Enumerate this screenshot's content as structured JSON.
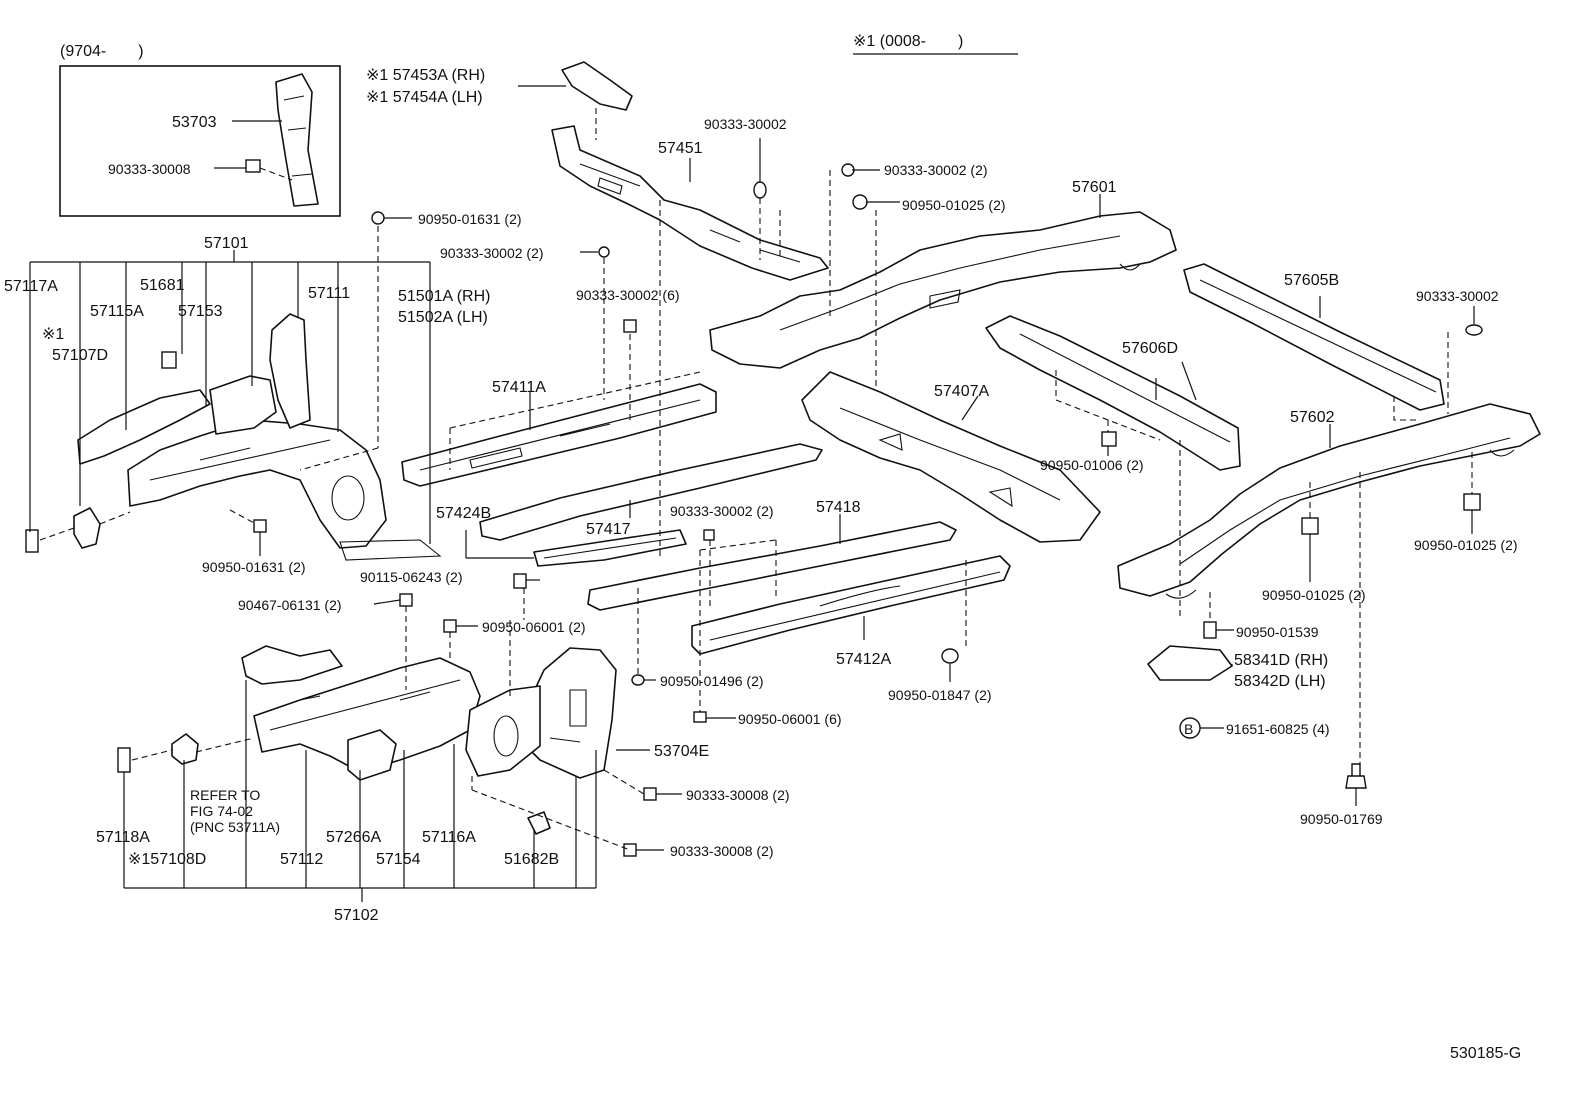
{
  "inset": {
    "range": "(9704-　　)",
    "parts": [
      "53703",
      "90333-30008"
    ]
  },
  "applicability_note": "※1 (0008-　　)",
  "ref_note": {
    "line1": "REFER TO",
    "line2": "FIG 74-02",
    "line3": "(PNC 53711A)"
  },
  "drawing_code": "530185-G",
  "labels": {
    "p57453a": "※1 57453A (RH)",
    "p57454a": "※1 57454A (LH)",
    "p90333_30002_a": "90333-30002",
    "p57451": "57451",
    "p90333_30002_2a": "90333-30002 (2)",
    "p90950_01025_2a": "90950-01025 (2)",
    "p57601": "57601",
    "p90950_01631_2a": "90950-01631 (2)",
    "p90333_30002_2b": "90333-30002 (2)",
    "p90333_30002_6": "90333-30002 (6)",
    "p57101": "57101",
    "p57117a": "57117A",
    "p51681": "51681",
    "p57111": "57111",
    "p51501a": "51501A (RH)",
    "p51502a": "51502A (LH)",
    "p57115a": "57115A",
    "p57153": "57153",
    "p_note1": "※1",
    "p57107d": "57107D",
    "p57411a": "57411A",
    "p57605b": "57605B",
    "p90333_30002_b": "90333-30002",
    "p57606d": "57606D",
    "p57407a": "57407A",
    "p57602": "57602",
    "p90950_01006_2": "90950-01006 (2)",
    "p57424b": "57424B",
    "p57417": "57417",
    "p90333_30002_2c": "90333-30002 (2)",
    "p57418": "57418",
    "p90950_01631_2b": "90950-01631 (2)",
    "p90115_06243_2": "90115-06243 (2)",
    "p90950_01025_2b": "90950-01025 (2)",
    "p90950_01025_2c": "90950-01025 (2)",
    "p90467_06131_2": "90467-06131 (2)",
    "p90950_06001_2": "90950-06001 (2)",
    "p90950_01539": "90950-01539",
    "p57412a": "57412A",
    "p58341d": "58341D (RH)",
    "p58342d": "58342D (LH)",
    "p90950_01496_2": "90950-01496 (2)",
    "p90950_01847_2": "90950-01847 (2)",
    "p90950_06001_6": "90950-06001 (6)",
    "p91651_60825_4": "91651-60825 (4)",
    "p53704e": "53704E",
    "p90333_30008_2a": "90333-30008 (2)",
    "p90950_01769": "90950-01769",
    "p57118a": "57118A",
    "p57108d": "※157108D",
    "p57112": "57112",
    "p57266a": "57266A",
    "p57154": "57154",
    "p57116a": "57116A",
    "p51682b": "51682B",
    "p90333_30008_2b": "90333-30008 (2)",
    "p57102": "57102",
    "bolt_b": "B"
  }
}
